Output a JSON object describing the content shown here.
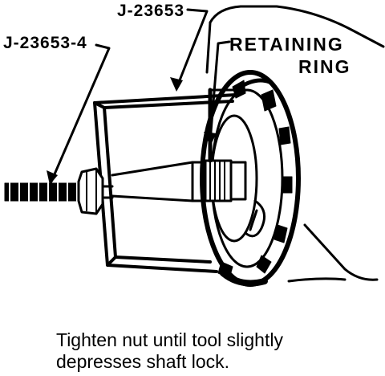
{
  "labels": {
    "tool_main": "J-23653",
    "tool_adapter": "J-23653-4",
    "retaining_ring_line1": "RETAINING",
    "retaining_ring_line2": "RING"
  },
  "caption": {
    "line1": "Tighten nut until tool slightly",
    "line2": "depresses shaft lock."
  }
}
